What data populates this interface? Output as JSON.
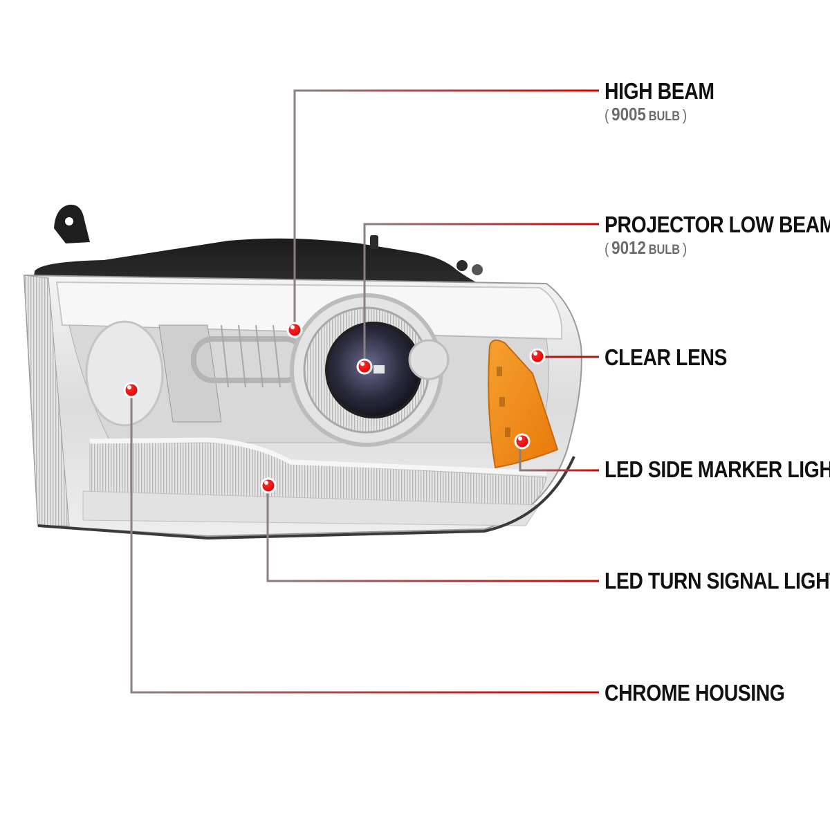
{
  "diagram": {
    "subject": "Chrome projector headlight",
    "colors": {
      "leader_start": "#8a8a8a",
      "leader_end": "#d00000",
      "dot": "#ee0000",
      "amber_lens": "#f08a10",
      "housing_black": "#2a2a2a",
      "label_text": "#111111",
      "sub_text": "#6b6b6b"
    },
    "callouts": [
      {
        "id": "high-beam",
        "label": "HIGH BEAM",
        "sub": {
          "open": "(",
          "number": "9005",
          "unit": "BULB",
          "close": ")"
        }
      },
      {
        "id": "projector-low-beam",
        "label": "PROJECTOR LOW BEAM",
        "sub": {
          "open": "(",
          "number": "9012",
          "unit": "BULB",
          "close": ")"
        }
      },
      {
        "id": "clear-lens",
        "label": "CLEAR LENS"
      },
      {
        "id": "led-side-marker-light",
        "label": "LED SIDE MARKER LIGHT"
      },
      {
        "id": "led-turn-signal-light",
        "label": "LED TURN SIGNAL LIGHT"
      },
      {
        "id": "chrome-housing",
        "label": "CHROME HOUSING"
      }
    ]
  }
}
